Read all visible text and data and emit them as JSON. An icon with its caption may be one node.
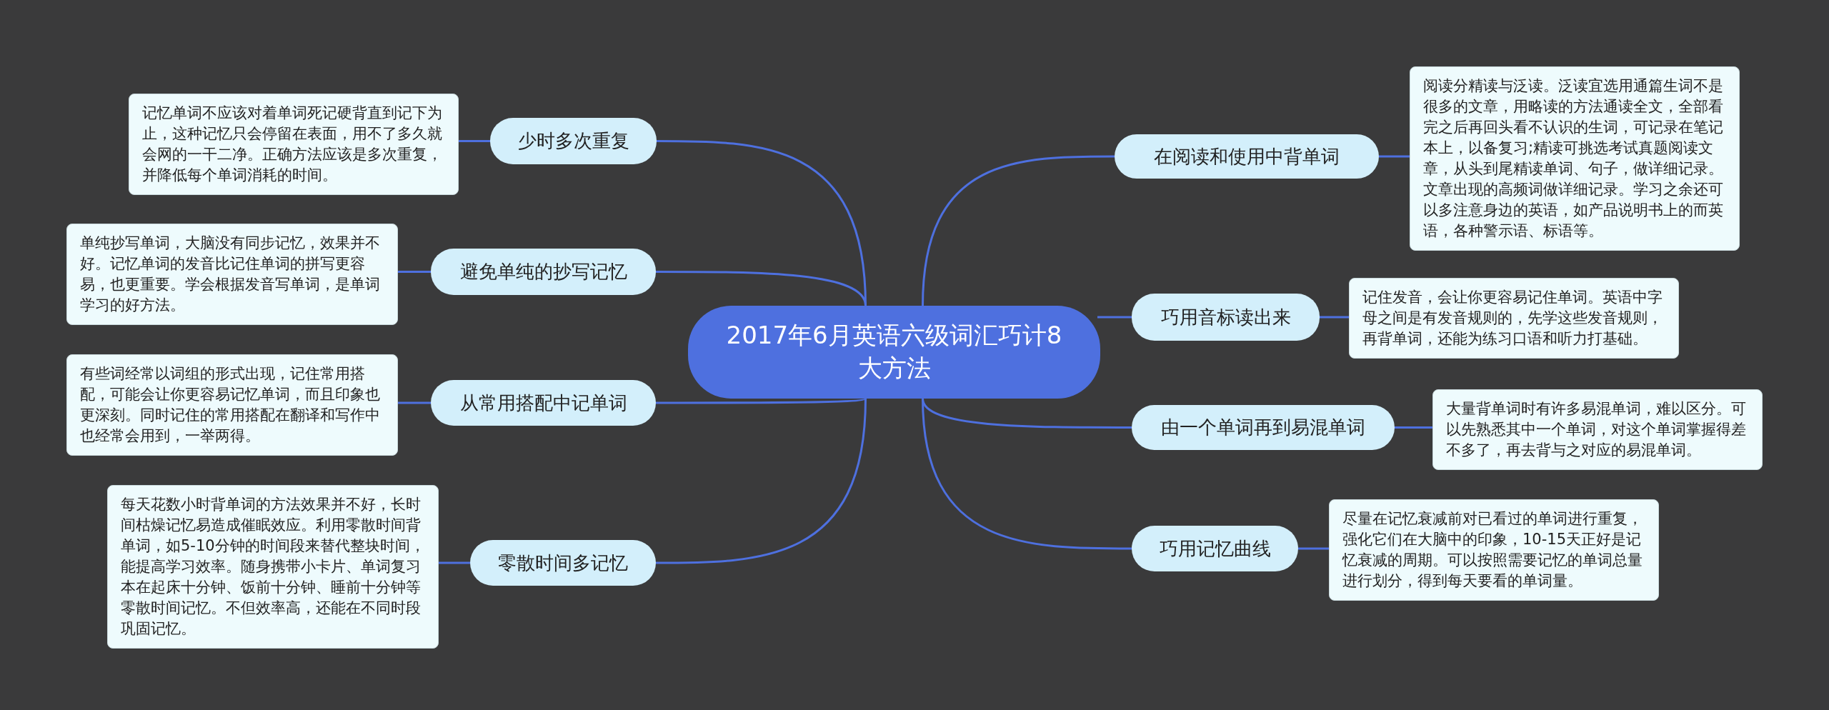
{
  "diagram": {
    "nodes": [
      {
        "text": [
          "2017年6月英语六级词汇巧计8大方法"
        ]
      },
      {
        "text": [
          "少时多次重复"
        ]
      },
      {
        "text": [
          "记忆单词不应该对着单词死记硬背直到记下为止，这种记忆只会停留在表面，用不了多久就会网的一干二净。正确方法应该是多次重复，并降低每个单词消耗的时间。"
        ]
      },
      {
        "text": [
          "避免单纯的抄写记忆"
        ]
      },
      {
        "text": [
          "单纯抄写单词，大脑没有同步记忆，效果并不好。记忆单词的发音比记住单词的拼写更容易，也更重要。学会根据发音写单词，是单词学习的好方法。"
        ]
      },
      {
        "text": [
          "从常用搭配中记单词"
        ]
      },
      {
        "text": [
          "有些词经常以词组的形式出现，记住常用搭配，可能会让你更容易记忆单词，而且印象也更深刻。同时记住的常用搭配在翻译和写作中也经常会用到，一举两得。"
        ]
      },
      {
        "text": [
          "零散时间多记忆"
        ]
      },
      {
        "text": [
          "每天花数小时背单词的方法效果并不好，长时间枯燥记忆易造成催眠效应。利用零散时间背单词，如5-10分钟的时间段来替代整块时间，能提高学习效率。随身携带小卡片、单词复习本在起床十分钟、饭前十分钟、睡前十分钟等零散时间记忆。不但效率高，还能在不同时段巩固记忆。"
        ]
      },
      {
        "text": [
          "在阅读和使用中背单词"
        ]
      },
      {
        "text": [
          "阅读分精读与泛读。泛读宜选用通篇生词不是很多的文章，用略读的方法通读全文，全部看完之后再回头看不认识的生词，可记录在笔记本上，以备复习;精读可挑选考试真题阅读文章，从头到尾精读单词、句子，做详细记录。文章出现的高频词做详细记录。学习之余还可以多注意身边的英语，如产品说明书上的而英语，各种警示语、标语等。"
        ]
      },
      {
        "text": [
          "巧用音标读出来"
        ]
      },
      {
        "text": [
          "记住发音，会让你更容易记住单词。英语中字母之间是有发音规则的，先学这些发音规则，再背单词，还能为练习口语和听力打基础。"
        ]
      },
      {
        "text": [
          "由一个单词再到易混单词"
        ]
      },
      {
        "text": [
          "大量背单词时有许多易混单词，难以区分。可以先熟悉其中一个单词，对这个单词掌握得差不多了，再去背与之对应的易混单词。"
        ]
      },
      {
        "text": [
          "巧用记忆曲线"
        ]
      },
      {
        "text": [
          "尽量在记忆衰减前对已看过的单词进行重复，强化它们在大脑中的印象，10-15天正好是记忆衰减的周期。可以按照需要记忆的单词总量进行划分，得到每天要看的单词量。"
        ]
      }
    ],
    "edges": [
      {
        "from": 0,
        "to": 1,
        "arrow": "none"
      },
      {
        "from": 1,
        "to": 2,
        "arrow": "none"
      },
      {
        "from": 0,
        "to": 3,
        "arrow": "none"
      },
      {
        "from": 3,
        "to": 4,
        "arrow": "none"
      },
      {
        "from": 0,
        "to": 5,
        "arrow": "none"
      },
      {
        "from": 5,
        "to": 6,
        "arrow": "none"
      },
      {
        "from": 0,
        "to": 7,
        "arrow": "none"
      },
      {
        "from": 7,
        "to": 8,
        "arrow": "none"
      },
      {
        "from": 0,
        "to": 9,
        "arrow": "none"
      },
      {
        "from": 9,
        "to": 10,
        "arrow": "none"
      },
      {
        "from": 0,
        "to": 11,
        "arrow": "none"
      },
      {
        "from": 11,
        "to": 12,
        "arrow": "none"
      },
      {
        "from": 0,
        "to": 13,
        "arrow": "none"
      },
      {
        "from": 13,
        "to": 14,
        "arrow": "none"
      },
      {
        "from": 0,
        "to": 15,
        "arrow": "none"
      },
      {
        "from": 15,
        "to": 16,
        "arrow": "none"
      }
    ]
  }
}
